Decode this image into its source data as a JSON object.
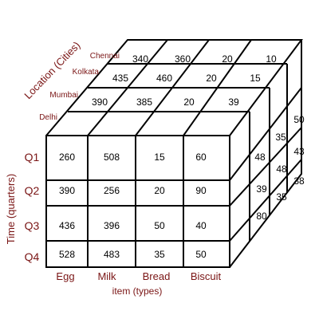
{
  "axes": {
    "location_title": "Location (Cities)",
    "time_title": "Time (quarters)",
    "item_title": "item (types)"
  },
  "cities": [
    "Chennai",
    "Kolkata",
    "Mumbai",
    "Delhi"
  ],
  "quarters": [
    "Q1",
    "Q2",
    "Q3",
    "Q4"
  ],
  "items": [
    "Egg",
    "Milk",
    "Bread",
    "Biscuit"
  ],
  "front_face": [
    [
      "260",
      "508",
      "15",
      "60"
    ],
    [
      "390",
      "256",
      "20",
      "90"
    ],
    [
      "436",
      "396",
      "50",
      "40"
    ],
    [
      "528",
      "483",
      "35",
      "50"
    ]
  ],
  "top_face": {
    "Chennai": [
      "340",
      "360",
      "20",
      "10"
    ],
    "Kolkata": [
      "435",
      "460",
      "20",
      "15"
    ],
    "Mumbai": [
      "390",
      "385",
      "20",
      "39"
    ]
  },
  "side_face": {
    "column_1": [
      "48",
      "39",
      "80"
    ],
    "column_2": [
      "35",
      "48",
      "35"
    ],
    "column_3": [
      "50",
      "43",
      "38"
    ]
  },
  "colors": {
    "label": "#7a1515",
    "lines": "#000000"
  }
}
